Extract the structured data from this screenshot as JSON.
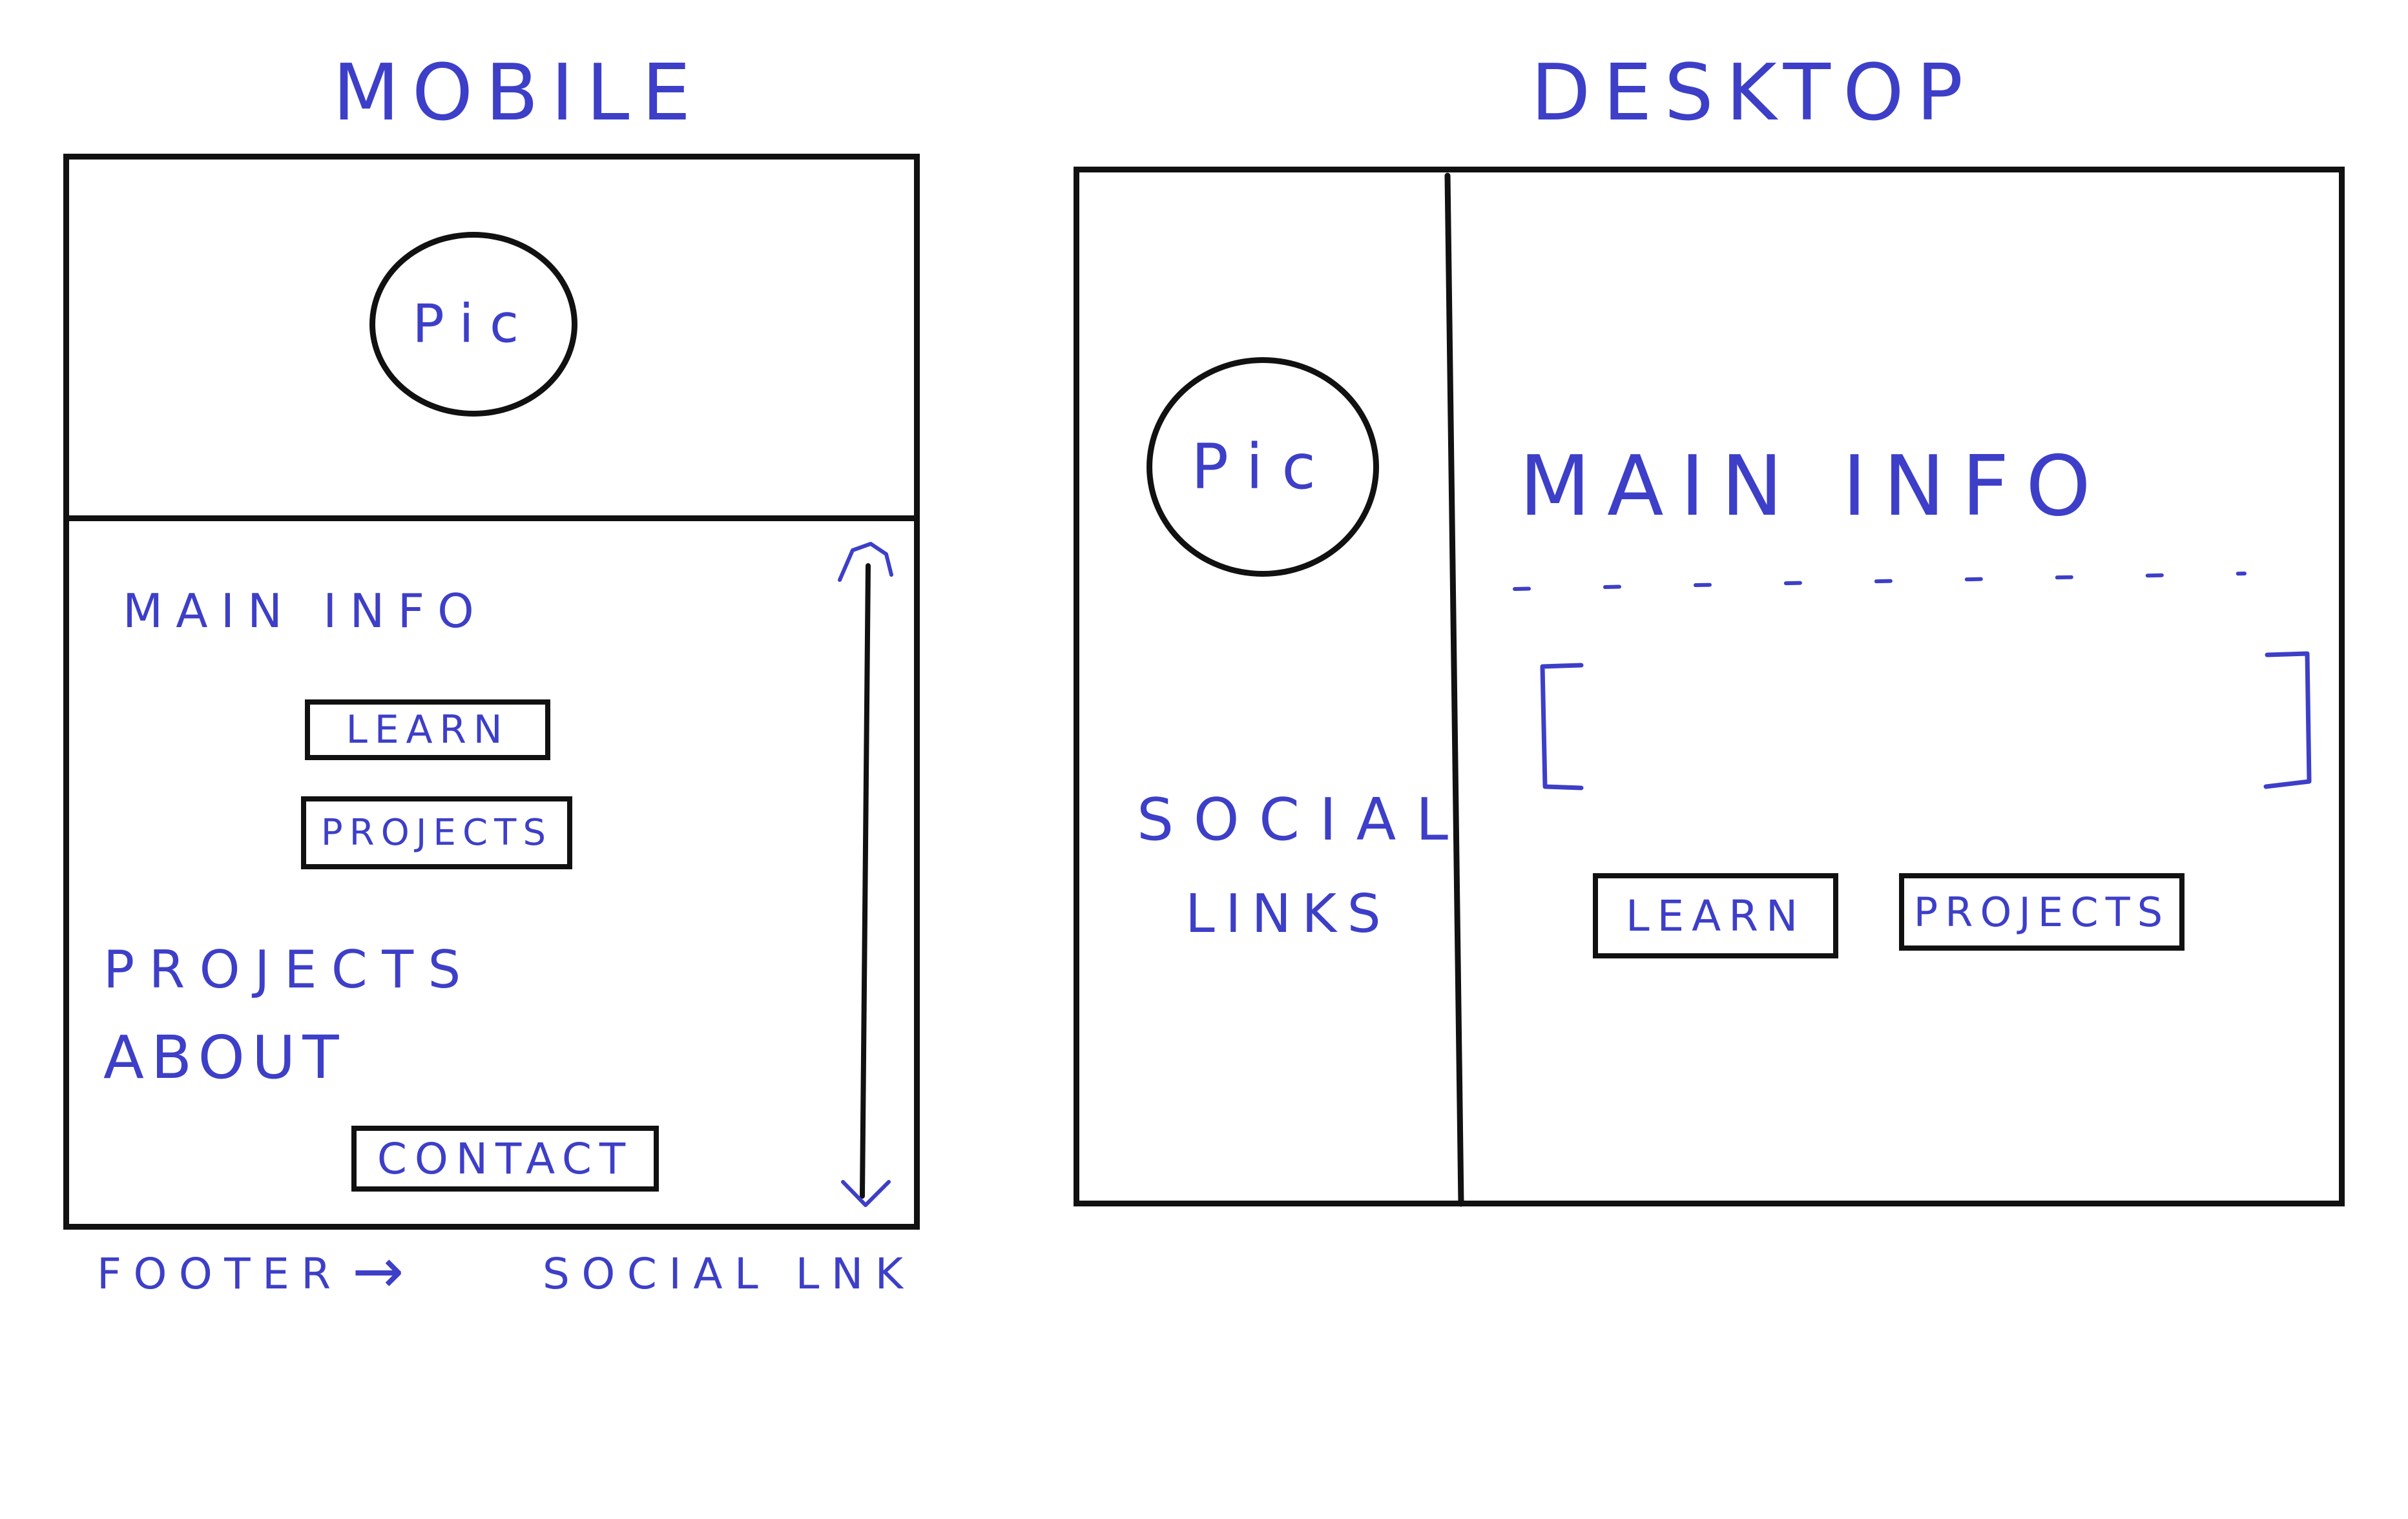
{
  "mobile": {
    "title": "MOBILE",
    "header": {
      "pic_label": "Pic"
    },
    "content": {
      "main_info": "MAIN INFO",
      "learn_button": "LEARN",
      "projects_button": "PROJECTS",
      "projects_label": "PROJECTS",
      "about_label": "ABOUT",
      "contact_button": "CONTACT"
    },
    "footer_note": "FOOTER",
    "footer_arrow": "→",
    "footer_target": "SOCIAL LNK"
  },
  "desktop": {
    "title": "DESKTOP",
    "sidebar": {
      "pic_label": "Pic",
      "social_line1": "SOCIAL",
      "social_line2": "LINKS"
    },
    "main": {
      "main_info": "MAIN INFO",
      "learn_button": "LEARN",
      "projects_button": "PROJECTS"
    }
  },
  "colors": {
    "ink": "#3d3fc8",
    "outline": "#111111",
    "background": "#ffffff"
  }
}
